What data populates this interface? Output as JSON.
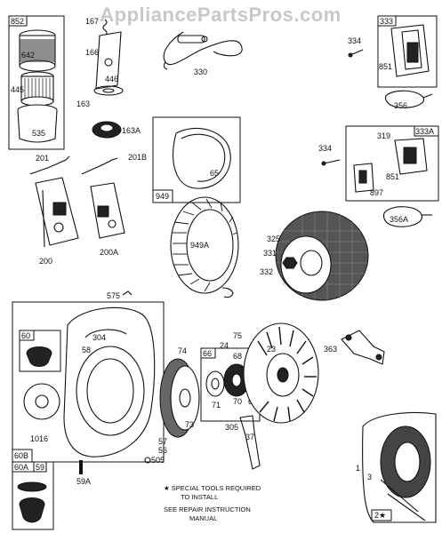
{
  "watermark": "AppliancePartsPros.com",
  "labels": {
    "b852": "852",
    "n642": "642",
    "n445": "445",
    "n535": "535",
    "n167": "167",
    "n166": "166",
    "n446": "446",
    "n163": "163",
    "n163A": "163A",
    "n330": "330",
    "b333": "333",
    "n334a": "334",
    "n851a": "851",
    "n356": "356",
    "n201": "201",
    "n201B": "201B",
    "n65": "65",
    "b949": "949",
    "n334b": "334",
    "b333A": "333A",
    "n319": "319",
    "n851b": "851",
    "n897": "897",
    "n356A": "356A",
    "n200": "200",
    "n200A": "200A",
    "n949A": "949A",
    "n325": "325",
    "n331": "331",
    "n332": "332",
    "n575": "575",
    "b60": "60",
    "n58": "58",
    "n304": "304",
    "n74": "74",
    "n75": "75",
    "n24": "24",
    "b66": "66",
    "n68": "68",
    "n23": "23",
    "n363": "363",
    "n71": "71",
    "n70": "70",
    "n67": "67",
    "n73": "73",
    "n57": "57",
    "n56": "56",
    "n305": "305",
    "n37": "37",
    "b60B": "60B",
    "n1016": "1016",
    "n505": "505",
    "b60A": "60A",
    "n59": "59",
    "n59A": "59A",
    "n1": "1",
    "n3": "3",
    "n2": "2★"
  },
  "notes": {
    "line1": "★ SPECIAL TOOLS REQUIRED",
    "line2": "TO INSTALL",
    "line3": "SEE REPAIR INSTRUCTION",
    "line4": "MANUAL"
  }
}
